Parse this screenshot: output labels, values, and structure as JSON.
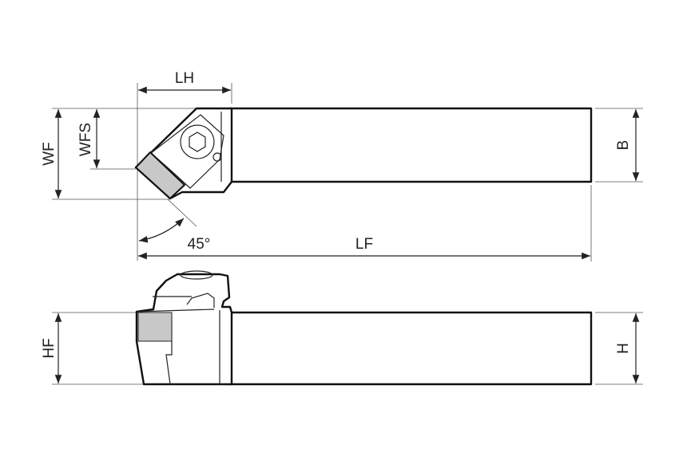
{
  "labels": {
    "lh": "LH",
    "wf": "WF",
    "wfs": "WFS",
    "b": "B",
    "angle": "45°",
    "lf": "LF",
    "hf": "HF",
    "h": "H"
  },
  "colors": {
    "insert": "#c8c8c8",
    "outline": "#111111",
    "dimension": "#555555"
  }
}
